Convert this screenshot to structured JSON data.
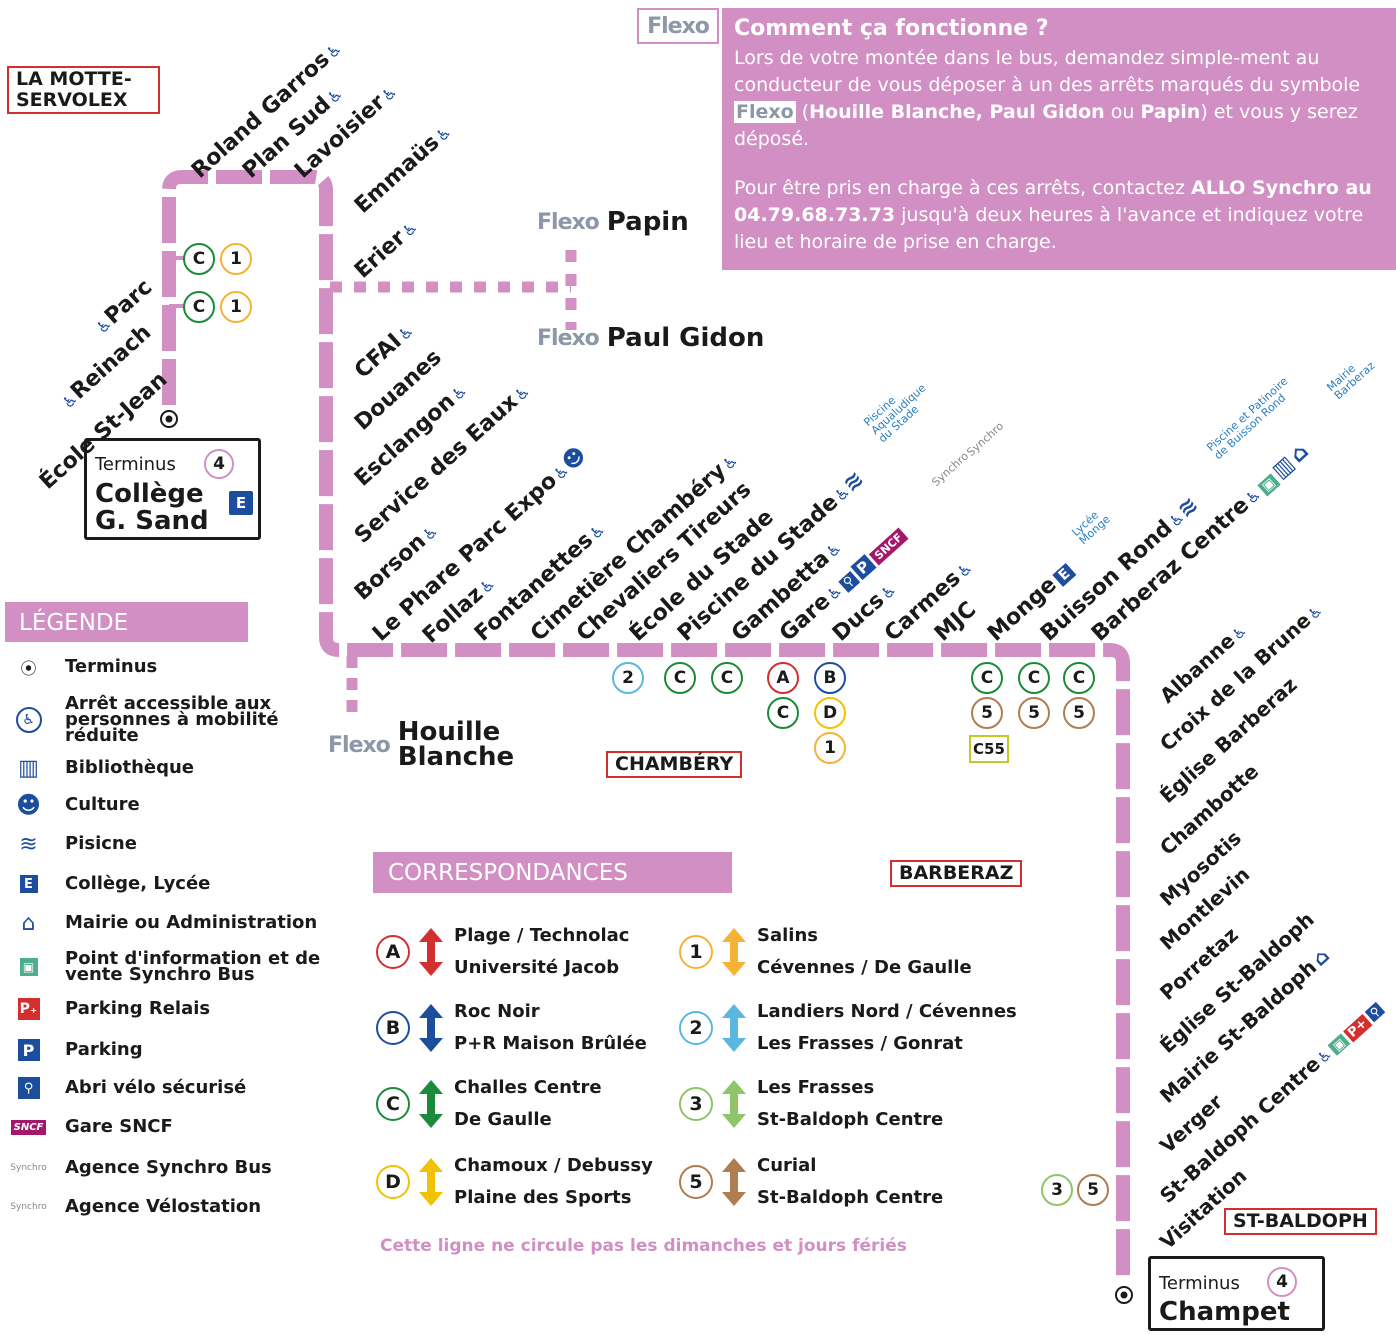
{
  "colors": {
    "line": "#d18fc4",
    "accent_pink": "#e0227a",
    "city_border": "#d32f2f",
    "line_A": "#d32f2f",
    "line_B": "#1d4e9e",
    "line_C": "#1b8a3a",
    "line_D": "#f2c200",
    "line_1": "#f5b335",
    "line_2": "#59b7e0",
    "line_3": "#8fc46a",
    "line_5": "#b07d4f"
  },
  "info": {
    "flexo_logo": "Flexo",
    "title": "Comment ça fonctionne ?",
    "p1_a": "Lors de votre montée dans le bus, demandez simple-ment au conducteur de vous déposer à un des arrêts marqués du symbole ",
    "p1_logo": "Flexo",
    "p1_b": " (",
    "p1_bold": "Houille Blanche, Paul Gidon",
    "p1_c": " ou ",
    "p1_bold2": "Papin",
    "p1_d": ") et vous y serez déposé.",
    "p2_a": "Pour être pris en charge à ces arrêts, contactez ",
    "p2_bold": "ALLO Synchro au 04.79.68.73.73",
    "p2_b": " jusqu'à deux heures à l'avance et indiquez votre lieu et horaire de prise en charge."
  },
  "cities": {
    "la_motte": "LA MOTTE-\nSERVOLEX",
    "chambery": "CHAMBÉRY",
    "barberaz": "BARBERAZ",
    "st_baldoph": "ST-BALDOPH"
  },
  "terminus_start": {
    "label": "Terminus",
    "line": "4",
    "name_1": "Collège",
    "name_2": "G. Sand"
  },
  "terminus_end": {
    "label": "Terminus",
    "line": "4",
    "name": "Champet"
  },
  "flexo_stops": {
    "logo": "Flexo",
    "papin": "Papin",
    "paul_gidon": "Paul Gidon",
    "houille_1": "Houille",
    "houille_2": "Blanche"
  },
  "stops_left": [
    "École St-Jean",
    "Reinach",
    "Parc"
  ],
  "stops_top": [
    "Roland Garros",
    "Plan Sud",
    "Lavoisier"
  ],
  "stops_right_col": [
    "Emmaüs",
    "Erier",
    "CFAI",
    "Douanes",
    "Esclangon",
    "Service des Eaux",
    "Borson",
    "Le Phare Parc Expo",
    "Follaz"
  ],
  "stops_bottom": [
    "Fontanettes",
    "Cimetière Chambéry",
    "Chevaliers Tireurs",
    "École du Stade",
    "Piscine du Stade",
    "Gambetta",
    "Gare",
    "Ducs",
    "Carmes",
    "MJC",
    "Monge",
    "Buisson Rond",
    "Barberaz Centre"
  ],
  "stops_vertical": [
    "Albanne",
    "Croix de la Brune",
    "Église Barberaz",
    "Chambotte",
    "Myosotis",
    "Montlevin",
    "Porretaz",
    "Église St-Baldoph",
    "Mairie St-Baldoph",
    "Verger",
    "St-Baldoph Centre",
    "Visitation"
  ],
  "accessible_symbol": "♿",
  "poi_labels": {
    "piscine_stade": "Piscine\nAqualudique\ndu Stade",
    "piscine_buisson": "Piscine et Patinoire\nde Buisson Rond",
    "mairie_barberaz": "Mairie\nBarberaz",
    "lycee_monge": "Lycée\nMonge",
    "synchro": "Synchro"
  },
  "transfer_badges": {
    "parc_1": [
      "C",
      "1"
    ],
    "parc_2": [
      "C",
      "1"
    ],
    "fontanettes": [
      "2"
    ],
    "cimetiere": [
      "C"
    ],
    "chevaliers": [
      "C"
    ],
    "piscine": [
      "A",
      "C"
    ],
    "gambetta": [
      "B",
      "D",
      "1"
    ],
    "monge": [
      "C",
      "5",
      "C55"
    ],
    "buisson": [
      "C",
      "5"
    ],
    "barberaz": [
      "C",
      "5"
    ],
    "visitation": [
      "3",
      "5"
    ]
  },
  "legend": {
    "title": "LÉGENDE",
    "items": [
      {
        "icon": "terminus-icon",
        "text": "Terminus"
      },
      {
        "icon": "accessible-icon",
        "text": "Arrêt accessible aux personnes à mobilité réduite"
      },
      {
        "icon": "library-icon",
        "text": "Bibliothèque"
      },
      {
        "icon": "culture-icon",
        "text": "Culture"
      },
      {
        "icon": "pool-icon",
        "text": "Pisicne"
      },
      {
        "icon": "school-icon",
        "text": "Collège, Lycée"
      },
      {
        "icon": "town-hall-icon",
        "text": "Mairie ou Administration"
      },
      {
        "icon": "ticket-point-icon",
        "text": "Point d'information et de vente Synchro Bus"
      },
      {
        "icon": "park-ride-icon",
        "text": "Parking Relais"
      },
      {
        "icon": "parking-icon",
        "text": "Parking"
      },
      {
        "icon": "bike-shelter-icon",
        "text": "Abri vélo sécurisé"
      },
      {
        "icon": "sncf-icon",
        "text": "Gare SNCF"
      },
      {
        "icon": "synchro-bus-icon",
        "text": "Agence Synchro Bus"
      },
      {
        "icon": "velostation-icon",
        "text": "Agence Vélostation"
      }
    ]
  },
  "correspondances": {
    "title": "CORRESPONDANCES",
    "items": [
      {
        "line": "A",
        "dir1": "Plage / Technolac",
        "dir2": "Université Jacob"
      },
      {
        "line": "B",
        "dir1": "Roc Noir",
        "dir2": "P+R Maison Brûlée"
      },
      {
        "line": "C",
        "dir1": "Challes Centre",
        "dir2": "De Gaulle"
      },
      {
        "line": "D",
        "dir1": "Chamoux / Debussy",
        "dir2": "Plaine des Sports"
      },
      {
        "line": "1",
        "dir1": "Salins",
        "dir2": "Cévennes / De Gaulle"
      },
      {
        "line": "2",
        "dir1": "Landiers Nord / Cévennes",
        "dir2": "Les Frasses / Gonrat"
      },
      {
        "line": "3",
        "dir1": "Les Frasses",
        "dir2": "St-Baldoph Centre"
      },
      {
        "line": "5",
        "dir1": "Curial",
        "dir2": "St-Baldoph Centre"
      }
    ]
  },
  "footer": "Cette ligne ne circule pas les dimanches et jours fériés"
}
